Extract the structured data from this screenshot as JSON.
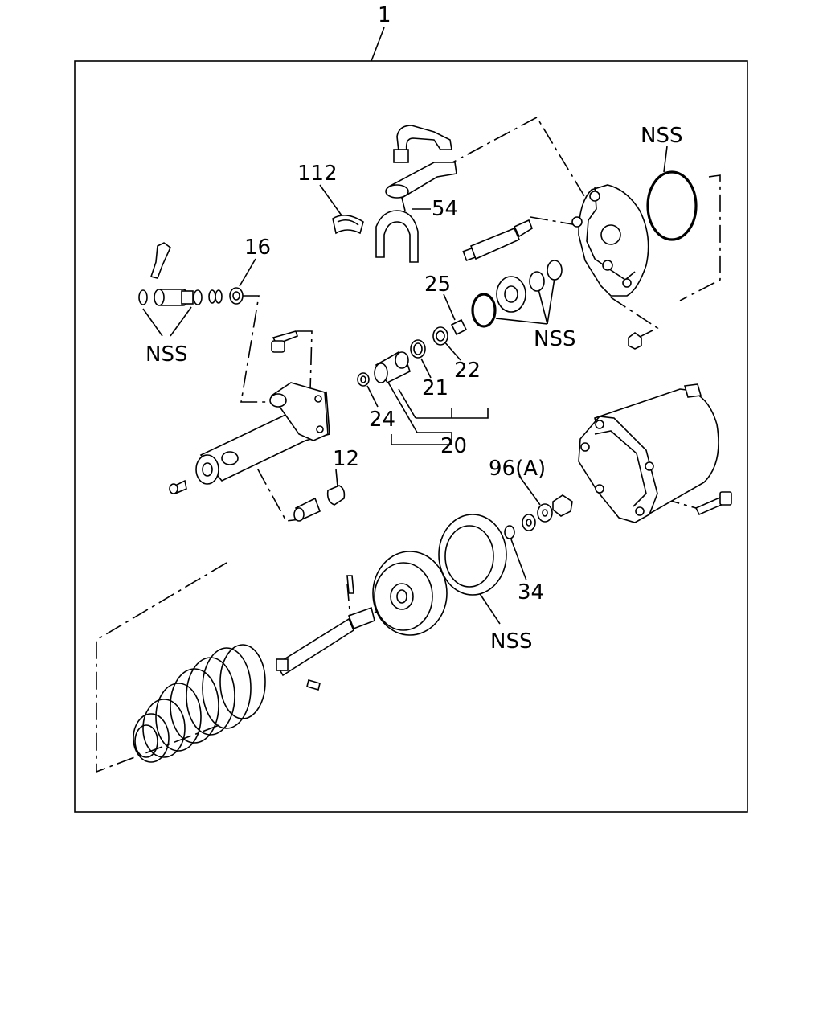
{
  "labels": {
    "assembly": "1",
    "nss_top_right": "NSS",
    "p112": "112",
    "p54": "54",
    "p16": "16",
    "nss_left": "NSS",
    "p25": "25",
    "nss_mid": "NSS",
    "p22": "22",
    "p21": "21",
    "p24": "24",
    "p20": "20",
    "p12": "12",
    "p96a": "96(A)",
    "p34": "34",
    "nss_bottom": "NSS"
  }
}
